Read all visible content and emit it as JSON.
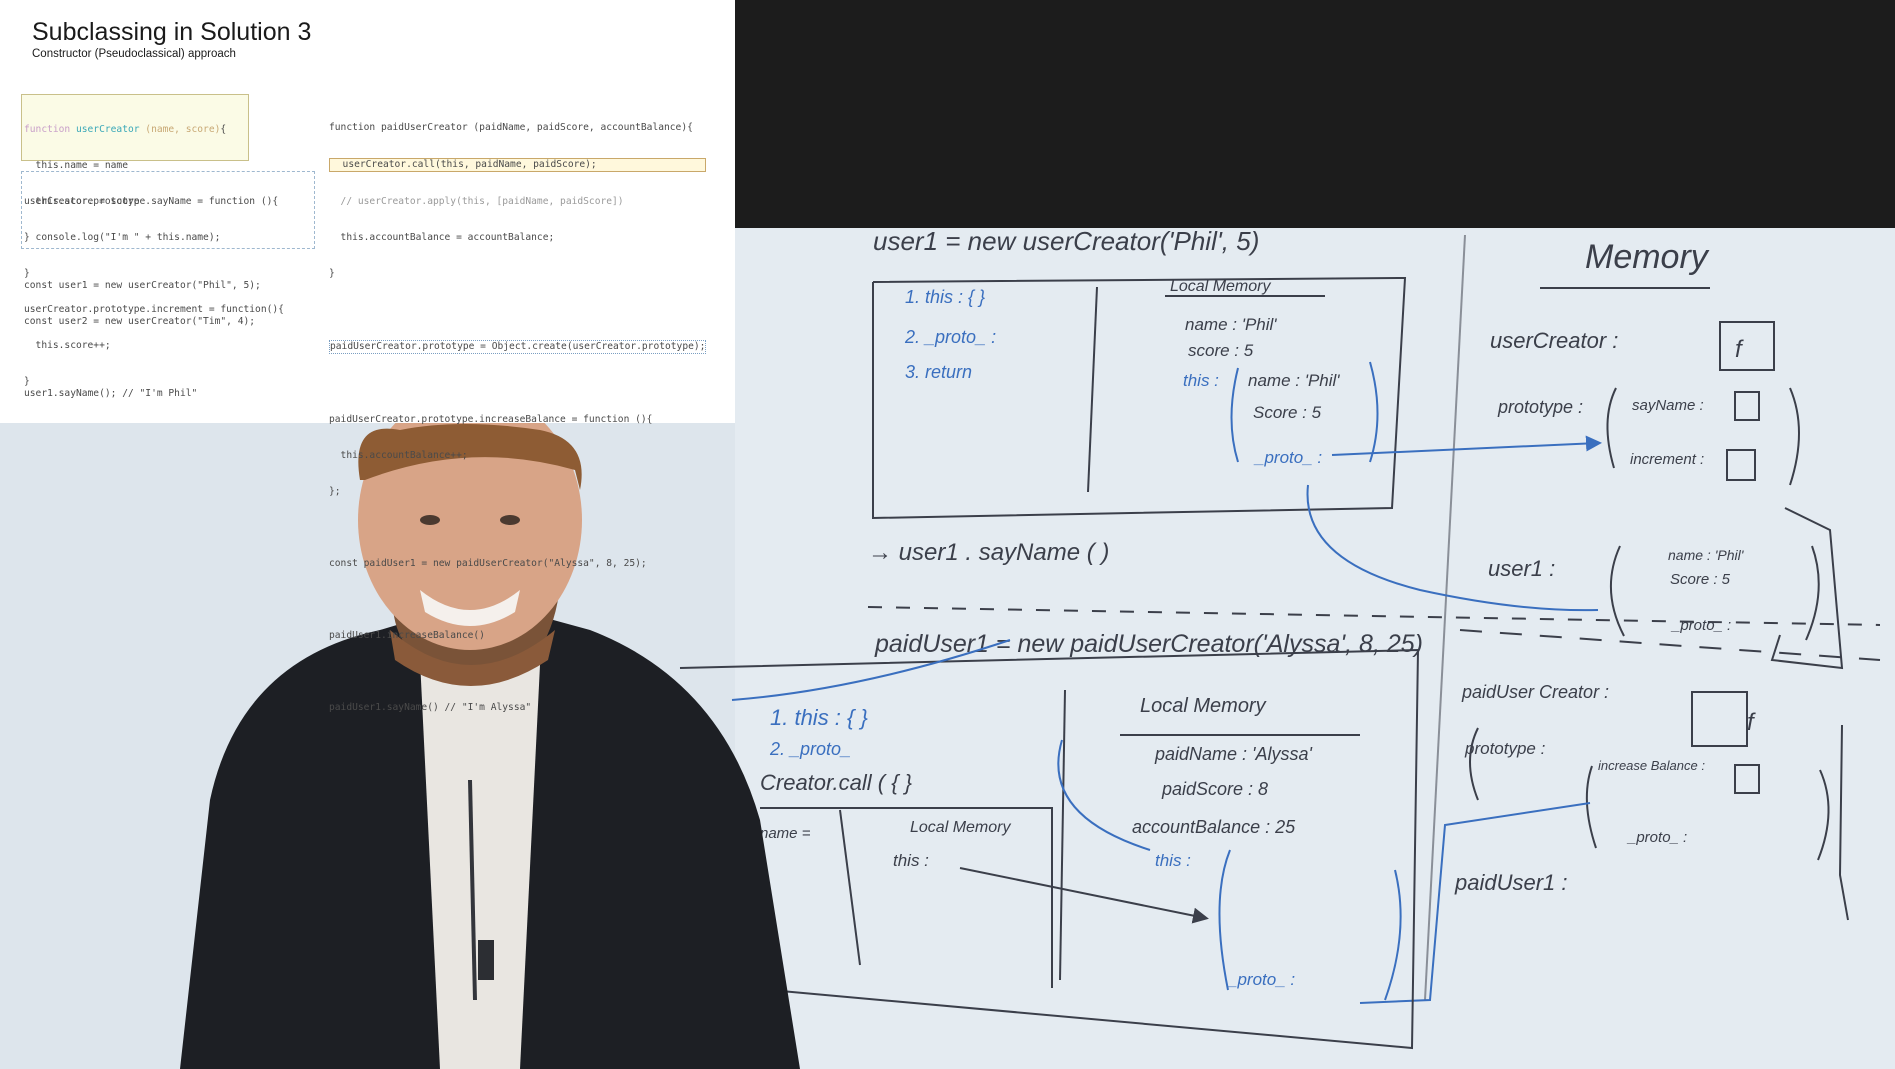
{
  "slide": {
    "title": "Subclassing in Solution 3",
    "subtitle": "Constructor (Pseudoclassical) approach",
    "left_code": {
      "box1": [
        "function userCreator (name, score){",
        "  this.name = name",
        "  this.score = score",
        "}"
      ],
      "box2": [
        "userCreator.prototype.sayName = function (){",
        "  console.log(\"I'm \" + this.name);",
        "}",
        "userCreator.prototype.increment = function(){",
        "  this.score++;",
        "}"
      ],
      "tail": [
        "const user1 = new userCreator(\"Phil\", 5);",
        "const user2 = new userCreator(\"Tim\", 4);",
        "",
        "user1.sayName(); // \"I'm Phil\""
      ]
    },
    "right_code": [
      "function paidUserCreator (paidName, paidScore, accountBalance){",
      "  userCreator.call(this, paidName, paidScore);",
      "  // userCreator.apply(this, [paidName, paidScore])",
      "  this.accountBalance = accountBalance;",
      "}",
      "",
      "paidUserCreator.prototype = Object.create(userCreator.prototype);",
      "",
      "paidUserCreator.prototype.increaseBalance = function (){",
      "  this.accountBalance++;",
      "};",
      "",
      "const paidUser1 = new paidUserCreator(\"Alyssa\", 8, 25);",
      "",
      "paidUser1.increaseBalance()",
      "",
      "paidUser1.sayName() // \"I'm Alyssa\""
    ]
  },
  "whiteboard": {
    "top_line": "user1 = new userCreator('Phil', 5)",
    "steps_1": [
      "1. this : { }",
      "2. _proto_ :",
      "3. return"
    ],
    "local_memory_label": "Local Memory",
    "local_1": [
      "name : 'Phil'",
      "score : 5",
      "this :",
      "name : 'Phil'",
      "Score : 5",
      "_proto_ :"
    ],
    "memory_label": "Memory",
    "mem_userCreator": "userCreator :",
    "mem_f": "f",
    "mem_prototype": "prototype :",
    "mem_sayName": "sayName :",
    "mem_increment": "increment :",
    "call_line": "→ user1 . sayName ( )",
    "mem_user1": "user1 :",
    "mem_user1_fields": [
      "name : 'Phil'",
      "Score : 5",
      "_proto_ :"
    ],
    "paid_line": "paidUser1 = new paidUserCreator('Alyssa', 8, 25)",
    "steps_2": [
      "1. this : { }",
      "2. _proto_",
      "Creator.call ( {  }"
    ],
    "local_2": [
      "paidName : 'Alyssa'",
      "paidScore : 8",
      "accountBalance : 25",
      "this :",
      "_proto_ :"
    ],
    "inner_local": "Local Memory",
    "inner_this": "this :",
    "inner_name": "name =",
    "mem_paidUserCreator": "paidUser Creator :",
    "mem_paid_prototype": "prototype :",
    "mem_increaseBalance": "increase Balance :",
    "mem_paid_proto": "_proto_ :",
    "mem_paidUser1": "paidUser1 :"
  },
  "colors": {
    "board": "#e8eef3",
    "ink_dark": "#3b3f4a",
    "ink_blue": "#3a6fbf",
    "slide_bg": "#ffffff",
    "top_band": "#1c1c1c"
  }
}
